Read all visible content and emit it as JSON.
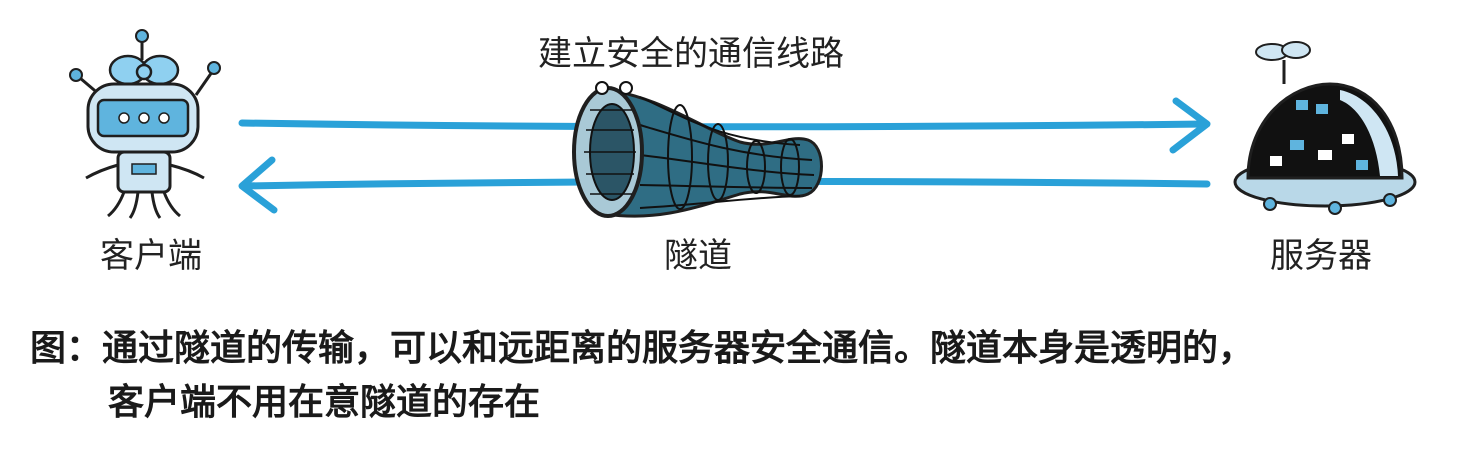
{
  "diagram": {
    "tunnel_title": "建立安全的通信线路",
    "client_label": "客户端",
    "tunnel_label": "隧道",
    "server_label": "服务器",
    "colors": {
      "arrow": "#2aa1d8",
      "device_body": "#cfe6f3",
      "device_accent": "#5fb4de",
      "tunnel_fill": "#2f6d84",
      "outline": "#1f1f1f"
    },
    "icons": {
      "client": "robot-client-icon",
      "server": "dome-server-icon",
      "tunnel": "tunnel-tube-icon"
    }
  },
  "caption": {
    "line1": "图：通过隧道的传输，可以和远距离的服务器安全通信。隧道本身是透明的，",
    "line2": "客户端不用在意隧道的存在"
  }
}
